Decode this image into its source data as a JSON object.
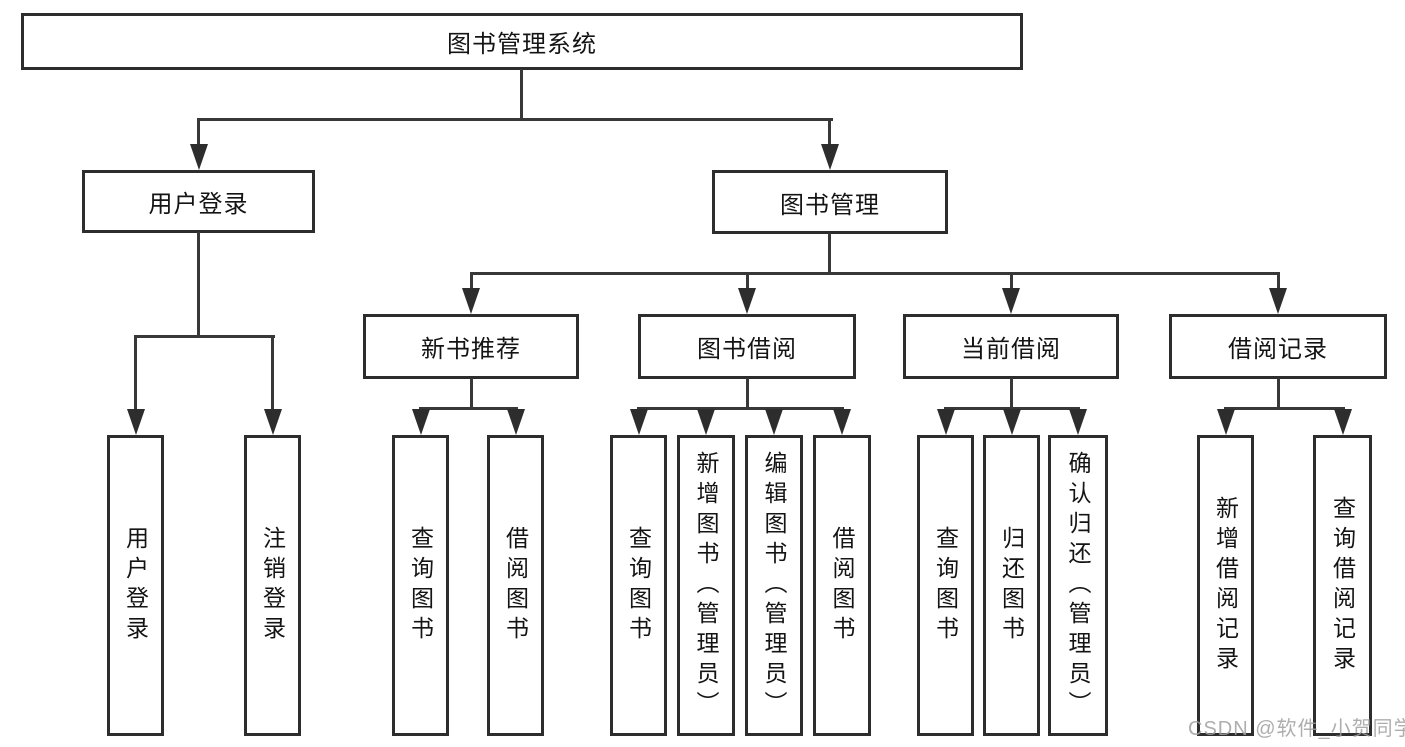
{
  "diagram": {
    "root": {
      "label": "图书管理系统"
    },
    "level2": {
      "user_login": {
        "label": "用户登录"
      },
      "book_management": {
        "label": "图书管理"
      }
    },
    "level3": {
      "new_book_recommend": {
        "label": "新书推荐"
      },
      "book_borrow": {
        "label": "图书借阅"
      },
      "current_borrow": {
        "label": "当前借阅"
      },
      "borrow_records": {
        "label": "借阅记录"
      }
    },
    "leaves": {
      "user_login_leaf": {
        "label": "用户登录"
      },
      "logout_leaf": {
        "label": "注销登录"
      },
      "recommend_query_books": {
        "label": "查询图书"
      },
      "recommend_borrow_books": {
        "label": "借阅图书"
      },
      "borrow_query_books": {
        "label": "查询图书"
      },
      "borrow_add_books": {
        "label": "新增图书（管理员）"
      },
      "borrow_edit_books": {
        "label": "编辑图书（管理员）"
      },
      "borrow_borrow_books": {
        "label": "借阅图书"
      },
      "current_query_books": {
        "label": "查询图书"
      },
      "current_return_books": {
        "label": "归还图书"
      },
      "current_confirm_return": {
        "label": "确认归还（管理员）"
      },
      "records_add_record": {
        "label": "新增借阅记录"
      },
      "records_query_record": {
        "label": "查询借阅记录"
      }
    },
    "watermark": "CSDN @软件_小贺同学"
  }
}
